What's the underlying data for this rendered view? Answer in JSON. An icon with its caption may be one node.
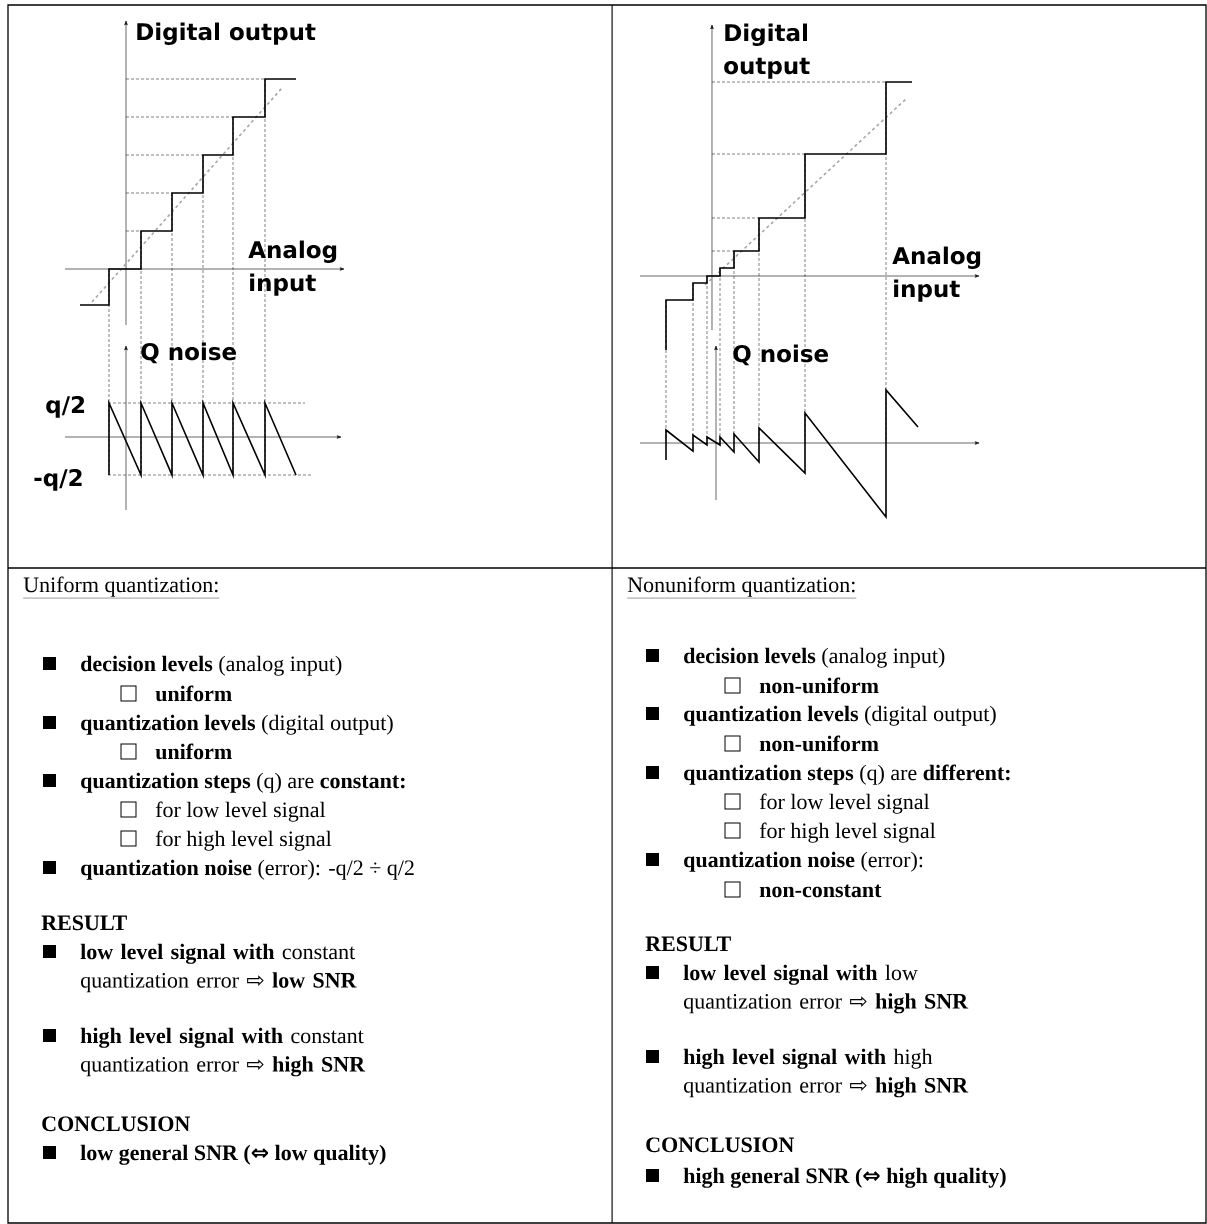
{
  "diagram": {
    "labels": [
      "Digital output",
      "Analog input",
      "Q noise",
      "q/2",
      "-q/2",
      "Digital output",
      "Analog input",
      "Q noise",
      "Uniform quantization:",
      "**decision levels** (analog input)",
      "uniform",
      "**quantization levels** (digital output)",
      "uniform",
      "**quantization steps** (q) are **constant:**",
      "for low level signal",
      "for high level signal",
      "**quantization noise** (error): -q/2 ÷ q/2",
      "RESULT",
      "**low level signal with** constant quantization error ⇨ **low SNR**",
      "**high level signal with** constant quantization error ⇨ **high SNR**",
      "CONCLUSION",
      "low general SNR (⇔ low quality)",
      "Nonuniform quantization:",
      "**decision levels** (analog input)",
      "non-uniform",
      "**quantization levels** (digital output)",
      "non-uniform",
      "**quantization steps** (q) are **different:**",
      "for low level signal",
      "for high level signal",
      "**quantization noise** (error):",
      "non-constant",
      "RESULT",
      "**low level signal with** low quantization error ⇨ **high SNR**",
      "**high level signal with** high quantization error ⇨ **high SNR**",
      "CONCLUSION",
      "high general SNR (⇔ high quality)"
    ]
  }
}
